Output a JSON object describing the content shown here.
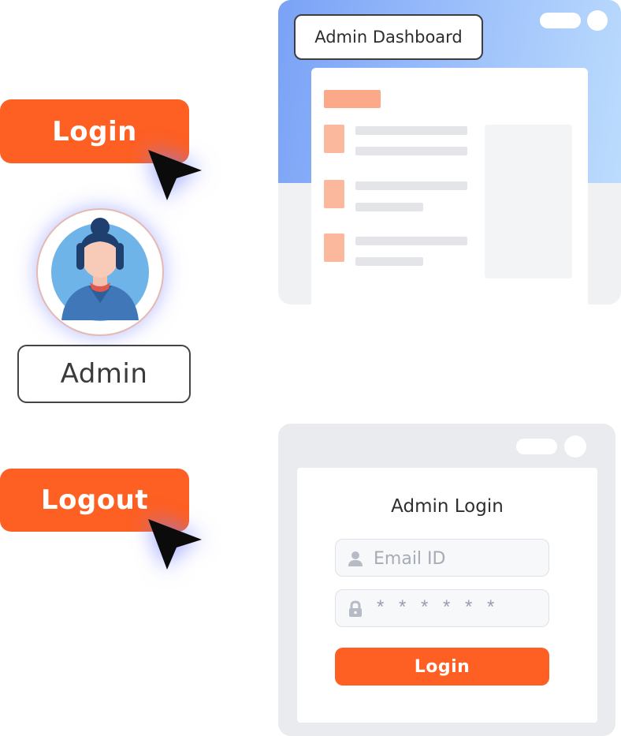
{
  "buttons": {
    "login_label": "Login",
    "logout_label": "Logout"
  },
  "user": {
    "role_label": "Admin"
  },
  "dashboard": {
    "title": "Admin Dashboard"
  },
  "login_form": {
    "title": "Admin Login",
    "email_placeholder": "Email ID",
    "password_mask": "* * * * * *",
    "submit_label": "Login"
  },
  "icons": {
    "cursor": "cursor-arrow-icon",
    "user": "user-icon",
    "lock": "lock-icon"
  },
  "colors": {
    "accent": "#fe5f22",
    "dashboard_header_start": "#7aa2f6",
    "dashboard_header_end": "#bcdcfd",
    "skeleton_orange": "#fbb89c",
    "avatar_bg": "#6fb4e8"
  }
}
